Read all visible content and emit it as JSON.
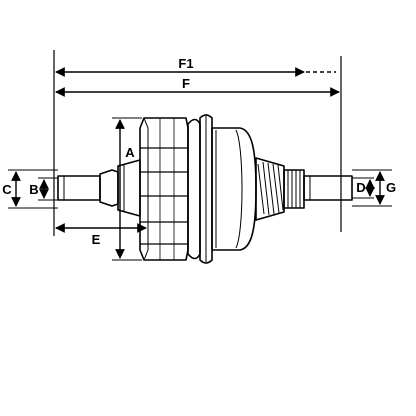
{
  "diagram": {
    "labels": {
      "f1": "F1",
      "f": "F",
      "a": "A",
      "b": "B",
      "c": "C",
      "d": "D",
      "e": "E",
      "g": "G"
    },
    "colors": {
      "line": "#000000",
      "background": "#ffffff"
    }
  }
}
